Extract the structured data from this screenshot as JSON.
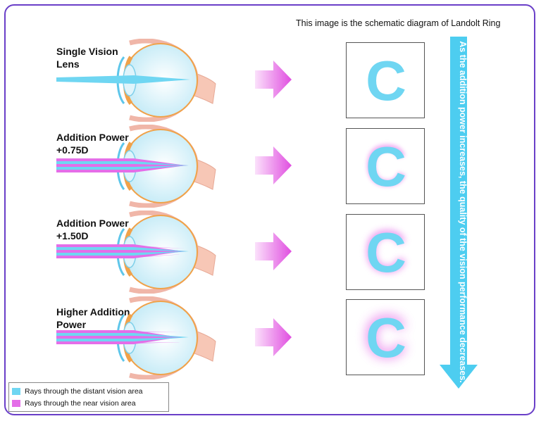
{
  "diagram": {
    "title": "This image is the schematic diagram of Landolt Ring",
    "side_note": "As the addition power increases, the quality of the vision performance decreases.",
    "letter": "C",
    "rows": [
      {
        "label_line1": "Single Vision",
        "label_line2": "Lens",
        "blur_level": 0
      },
      {
        "label_line1": "Addition Power",
        "label_line2": "+0.75D",
        "blur_level": 1
      },
      {
        "label_line1": "Addition Power",
        "label_line2": "+1.50D",
        "blur_level": 2
      },
      {
        "label_line1": "Higher Addition",
        "label_line2": "Power",
        "blur_level": 3
      }
    ],
    "legend": [
      {
        "label": "Rays through the distant vision area",
        "color": "#6fd6f2"
      },
      {
        "label": "Rays through the near vision area",
        "color": "#e46ee8"
      }
    ]
  },
  "colors": {
    "frame": "#6a3fc8",
    "distant_ray": "#6fd6f2",
    "near_ray": "#e46ee8",
    "ring": "#6fd6f2",
    "arrow_from": "#fbe1fb",
    "arrow_to": "#e04ee0"
  }
}
